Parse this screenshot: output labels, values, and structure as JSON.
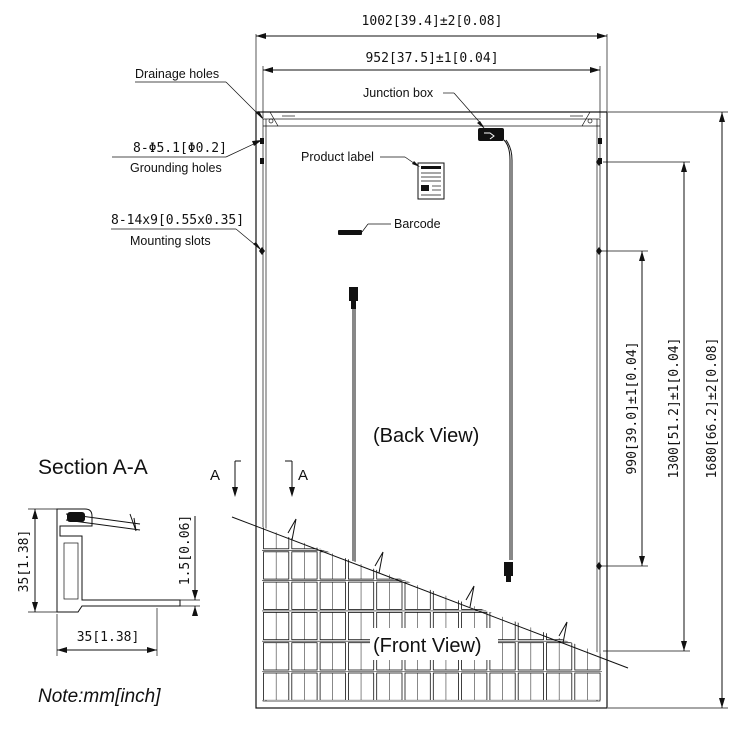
{
  "dimensions": {
    "overall_width": "1002[39.4]±2[0.08]",
    "inner_width": "952[37.5]±1[0.04]",
    "height_990": "990[39.0]±1[0.04]",
    "height_1300": "1300[51.2]±1[0.04]",
    "height_1680": "1680[66.2]±2[0.08]"
  },
  "callouts": {
    "drainage": "Drainage holes",
    "grounding_spec": "8-Φ5.1[Φ0.2]",
    "grounding": "Grounding holes",
    "mounting_spec": "8-14x9[0.55x0.35]",
    "mounting": "Mounting slots",
    "junction_box": "Junction box",
    "product_label": "Product label",
    "barcode": "Barcode"
  },
  "views": {
    "back": "(Back View)",
    "front": "(Front View)"
  },
  "section": {
    "title": "Section A-A",
    "marker_left": "A",
    "marker_right": "A",
    "height": "35[1.38]",
    "lip": "1.5[0.06]",
    "width": "35[1.38]"
  },
  "note": "Note:mm[inch]"
}
